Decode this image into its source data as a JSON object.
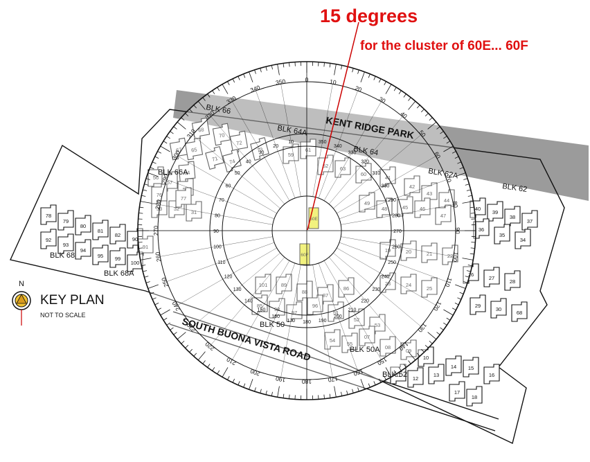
{
  "header": {
    "title": "15 degrees",
    "subtitle": "for the cluster of 60E... 60F"
  },
  "key_plan": {
    "north": "N",
    "title": "KEY PLAN",
    "subtitle": "NOT TO SCALE"
  },
  "map_labels": {
    "park": "KENT RIDGE PARK",
    "road": "SOUTH BUONA VISTA ROAD",
    "blocks": [
      "BLK 66",
      "BLK 64A",
      "BLK 64",
      "BLK 62A",
      "BLK 62",
      "BLK 66A",
      "BLK 68",
      "BLK 68A",
      "BLK 50",
      "BLK 50A",
      "BLK 52"
    ]
  },
  "unit_labels": [
    "68",
    "70",
    "72",
    "71",
    "74",
    "73",
    "67",
    "65",
    "64",
    "56",
    "57",
    "58",
    "59",
    "61",
    "62",
    "63",
    "60",
    "41",
    "42",
    "43",
    "44",
    "45",
    "46",
    "47",
    "48",
    "49",
    "40",
    "39",
    "38",
    "37",
    "36",
    "35",
    "34",
    "33",
    "32",
    "31",
    "76",
    "77",
    "78",
    "79",
    "80",
    "81",
    "82",
    "90",
    "91",
    "92",
    "93",
    "94",
    "95",
    "99",
    "100",
    "101",
    "89",
    "88",
    "87",
    "86",
    "85",
    "98",
    "97",
    "96",
    "51",
    "52",
    "53",
    "54",
    "55",
    "07",
    "08",
    "09",
    "10",
    "11",
    "12",
    "13",
    "14",
    "15",
    "16",
    "17",
    "18",
    "19",
    "20",
    "21",
    "22",
    "23",
    "24",
    "25",
    "26",
    "27",
    "28",
    "29",
    "30",
    "60E",
    "60F"
  ],
  "protractor": {
    "outer_scale": [
      "350",
      "340",
      "330",
      "320",
      "310",
      "300",
      "290",
      "280",
      "270",
      "260",
      "250",
      "240",
      "230",
      "220",
      "210",
      "200",
      "190",
      "180",
      "170",
      "160",
      "150",
      "140",
      "130",
      "120",
      "110",
      "100",
      "90",
      "80",
      "70",
      "60",
      "50",
      "40",
      "30",
      "20",
      "10",
      "0"
    ],
    "inner_scale": [
      "10",
      "20",
      "30",
      "40",
      "50",
      "60",
      "70",
      "80",
      "90",
      "100",
      "110",
      "120",
      "130",
      "140",
      "150",
      "160",
      "170",
      "180",
      "190",
      "200",
      "210",
      "220",
      "230",
      "240",
      "250",
      "260",
      "270",
      "280",
      "290",
      "300",
      "310",
      "320",
      "330",
      "340",
      "350"
    ]
  },
  "colors": {
    "heading": "#e01010",
    "pointer": "#cc0000",
    "highlight": "#ecec3a",
    "park": "#8a8a8a",
    "ink": "#111111"
  }
}
